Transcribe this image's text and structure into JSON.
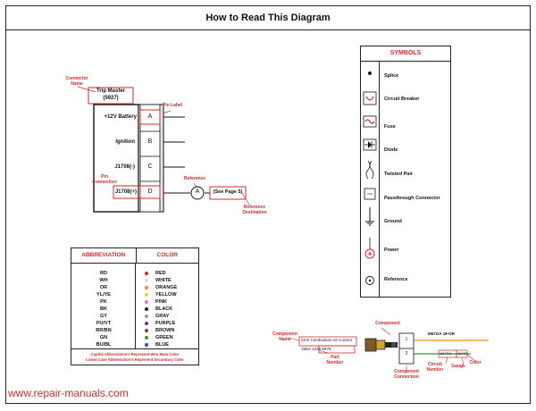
{
  "title": "How to Read This Diagram",
  "connector": {
    "name_label": "Connector Name",
    "name_line1": "Trip Master",
    "name_line2": "(5927)",
    "pin_label_label": "Pin Label",
    "pin_connection_label": "Pin Connection",
    "reference_label": "Reference",
    "reference_destination_label": "Reference Destination",
    "reference_letter": "A",
    "see_page": "(See Page 5)",
    "pins": [
      {
        "name": "+12V Battery",
        "letter": "A"
      },
      {
        "name": "Ignition",
        "letter": "B"
      },
      {
        "name": "J1708(-)",
        "letter": "C"
      },
      {
        "name": "J1708(+)",
        "letter": "D"
      }
    ]
  },
  "symbols": {
    "title": "SYMBOLS",
    "items": [
      {
        "icon": "splice-icon",
        "label": "Splice"
      },
      {
        "icon": "circuit-breaker-icon",
        "label": "Circuit Breaker"
      },
      {
        "icon": "fuse-icon",
        "label": "Fuse"
      },
      {
        "icon": "diode-icon",
        "label": "Diode"
      },
      {
        "icon": "twisted-pair-icon",
        "label": "Twisted Pair"
      },
      {
        "icon": "passthrough-connector-icon",
        "label": "Passthrough Connector"
      },
      {
        "icon": "ground-icon",
        "label": "Ground"
      },
      {
        "icon": "power-icon",
        "label": "Power"
      },
      {
        "icon": "reference-icon",
        "label": "Reference"
      }
    ]
  },
  "abbreviations": {
    "col1": "ABBREVIATION",
    "col2": "COLOR",
    "rows": [
      {
        "abbr": "RD",
        "color": "RED",
        "hex": "#e02020"
      },
      {
        "abbr": "WH",
        "color": "WHITE",
        "hex": "#dddddd"
      },
      {
        "abbr": "OR",
        "color": "ORANGE",
        "hex": "#f08a1c"
      },
      {
        "abbr": "YL/YE",
        "color": "YELLOW",
        "hex": "#f2d21c"
      },
      {
        "abbr": "PK",
        "color": "PINK",
        "hex": "#f27ab8"
      },
      {
        "abbr": "BK",
        "color": "BLACK",
        "hex": "#111111"
      },
      {
        "abbr": "GY",
        "color": "GRAY",
        "hex": "#999999"
      },
      {
        "abbr": "PU/VT",
        "color": "PURPLE",
        "hex": "#7a2aa8"
      },
      {
        "abbr": "BR/BN",
        "color": "BROWN",
        "hex": "#7a4a1e"
      },
      {
        "abbr": "GN",
        "color": "GREEN",
        "hex": "#2a9a3a"
      },
      {
        "abbr": "BU/BL",
        "color": "BLUE",
        "hex": "#2a4ad0"
      }
    ],
    "note1": "Capital Abbreviation's Represent Wire Main Color",
    "note2": "Lower Case Abbreviation's Represent Secondary Color"
  },
  "component": {
    "title": "Component",
    "name_label": "Component Name",
    "name_value": "CKS Combustion Air Control",
    "part_value": "Valve  1234 5678",
    "part_label": "Part Number",
    "wire_code": "M67GA 18-OR",
    "circuit_code": "M67GA",
    "gauge_code": "18",
    "color_code": "OR",
    "pin1": "1",
    "pin2": "2",
    "component_connection_label": "Component Connection",
    "circuit_number_label": "Circuit Number",
    "gauge_label": "Gauge",
    "color_label": "Color"
  },
  "watermark": "www.repair-manuals.com"
}
